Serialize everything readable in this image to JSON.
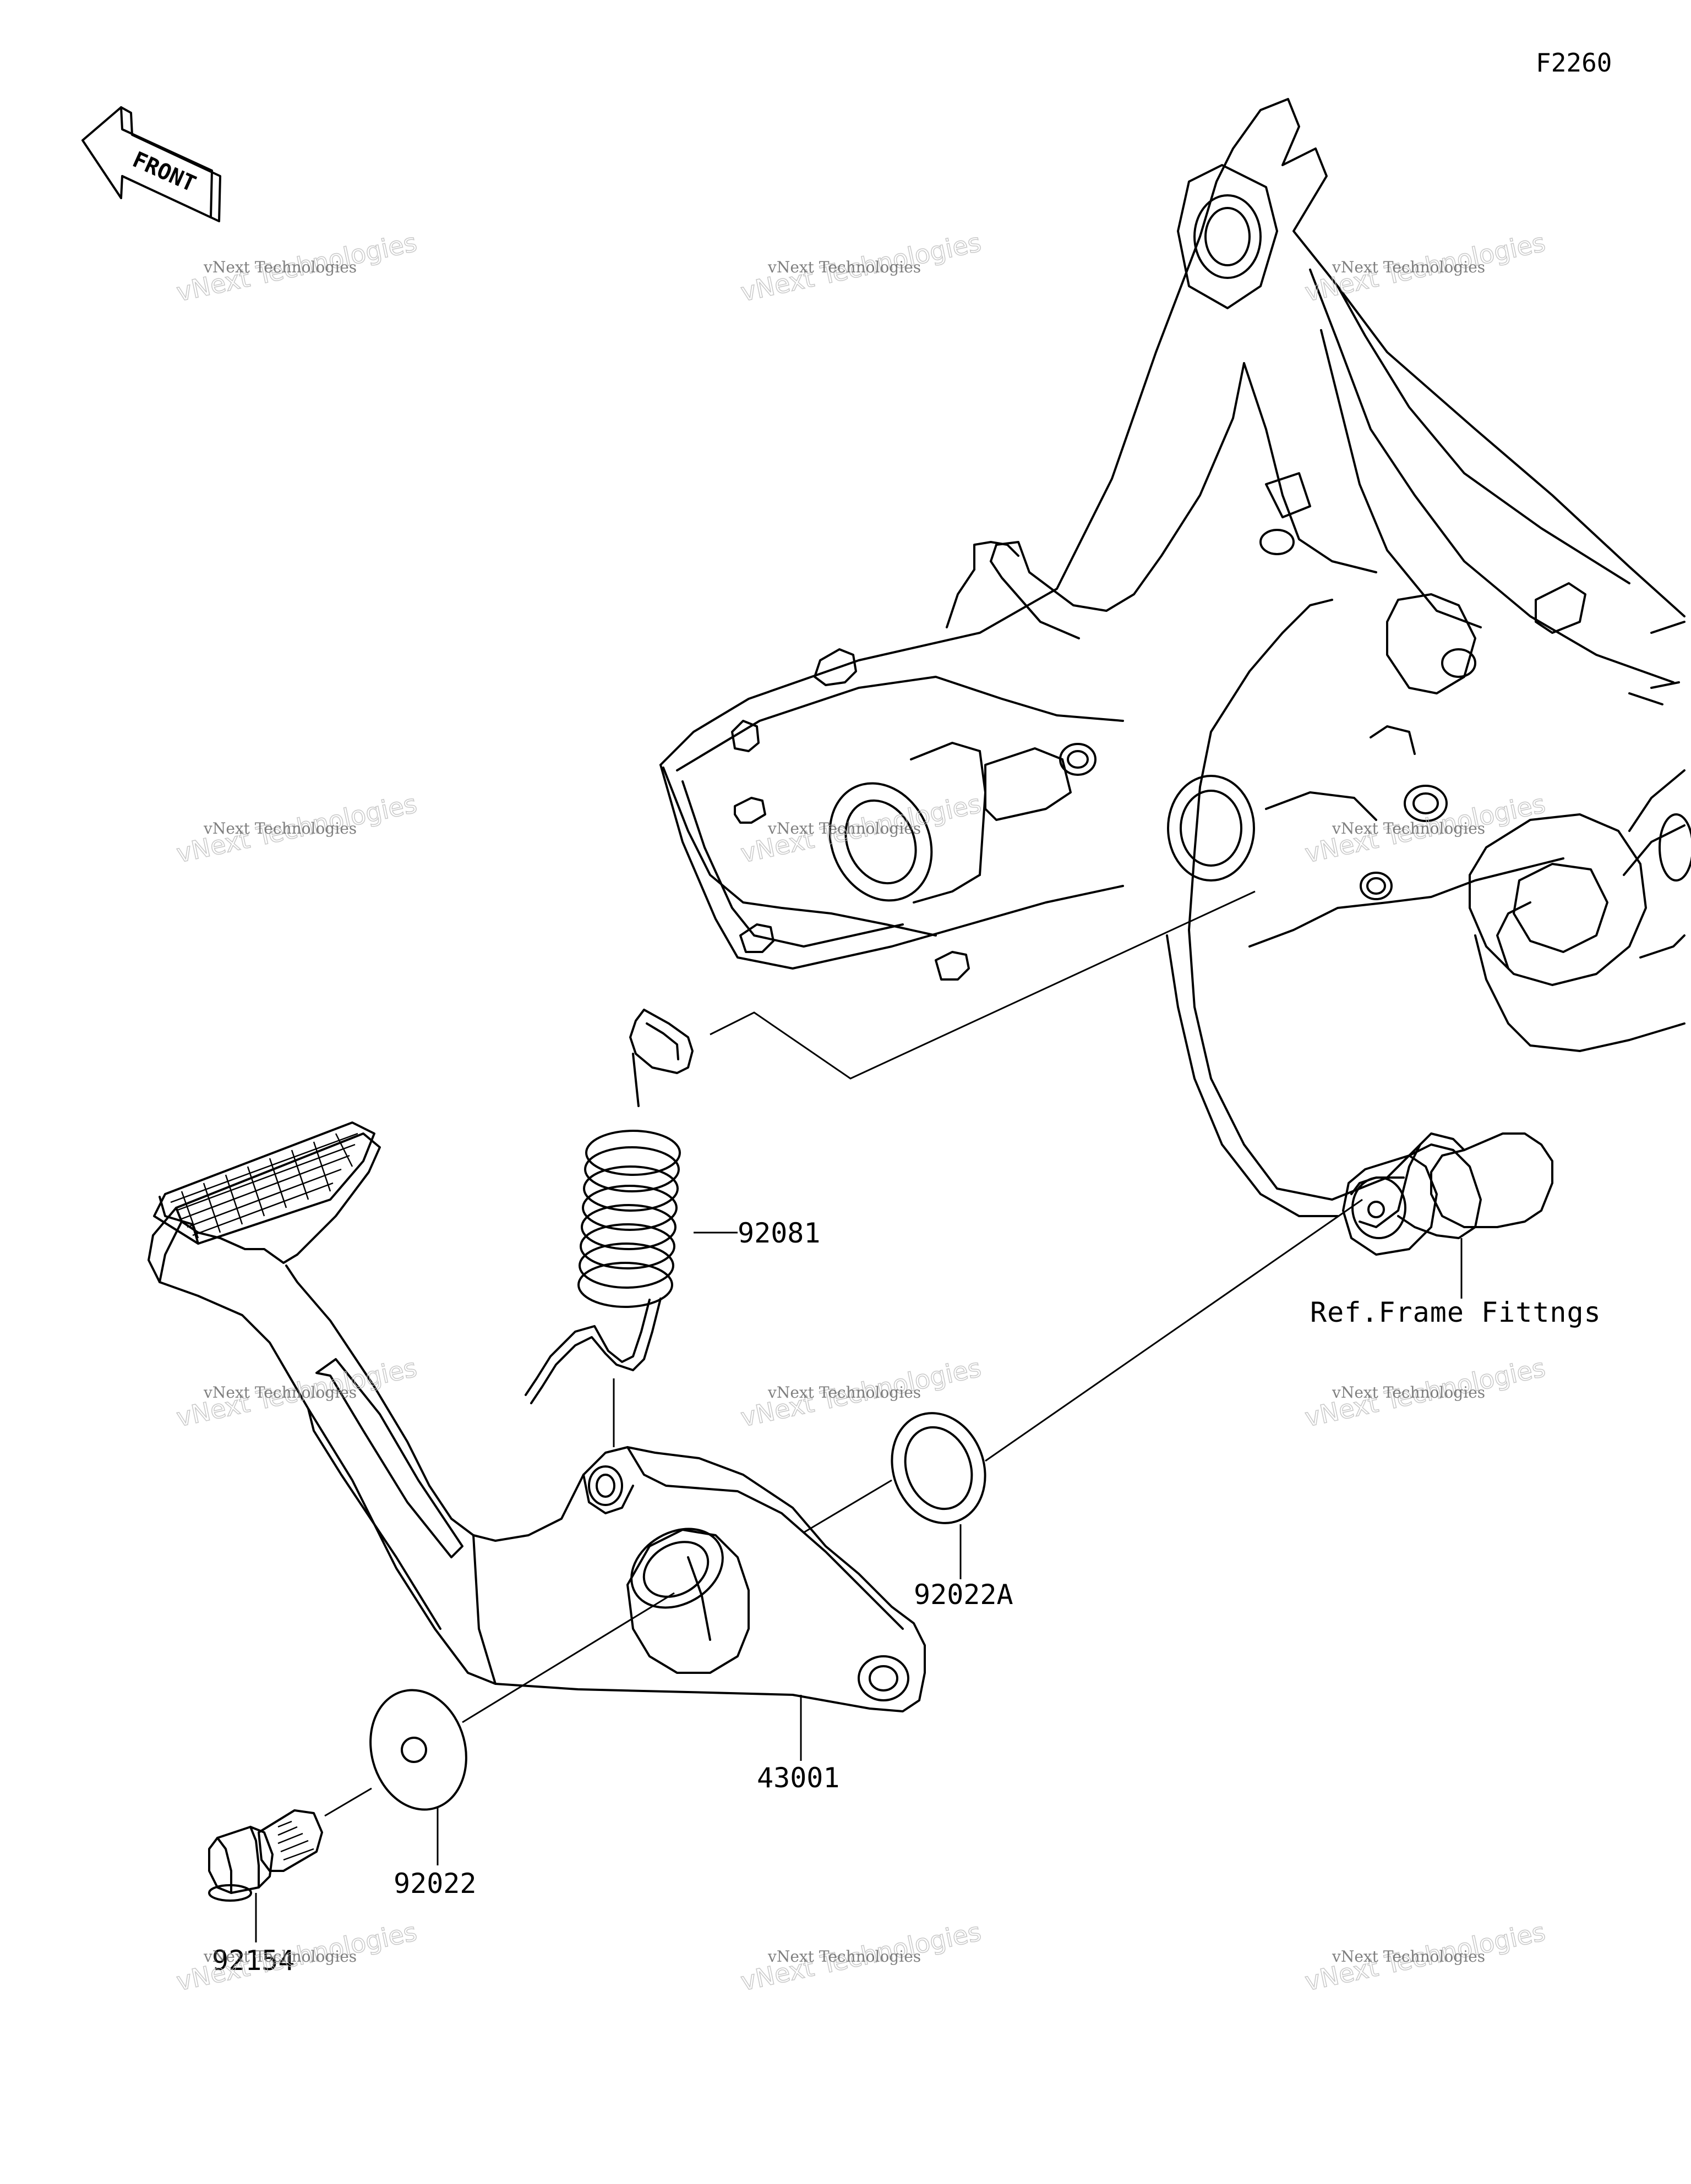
{
  "diagram_code": "F2260",
  "front_label": "FRONT",
  "ref_label": "Ref.Frame Fittngs",
  "parts": {
    "spring": "92081",
    "washer_a": "92022A",
    "pedal": "43001",
    "washer": "92022",
    "bolt": "92154"
  },
  "watermark": {
    "line1": "vNext Technologies",
    "line2": "vNext Technologies"
  },
  "colors": {
    "line": "#000000",
    "background": "#ffffff"
  }
}
